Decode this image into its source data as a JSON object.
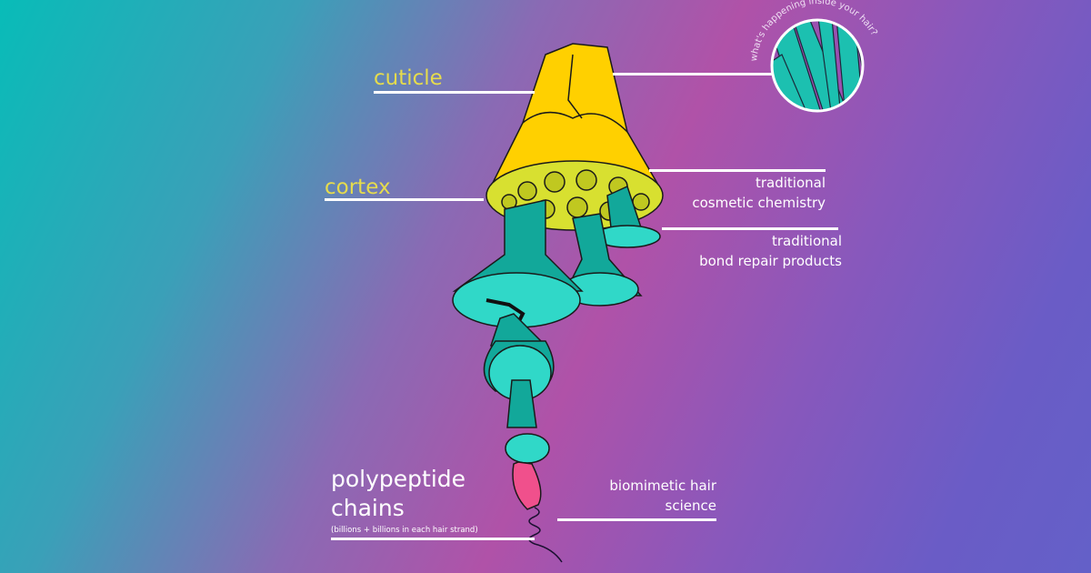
{
  "labels": {
    "cuticle": "cuticle",
    "cortex": "cortex",
    "traditional_cosmetic_line1": "traditional",
    "traditional_cosmetic_line2": "cosmetic chemistry",
    "bond_repair_line1": "traditional",
    "bond_repair_line2": "bond repair products",
    "biomimetic_line1": "biomimetic hair",
    "biomimetic_line2": "science",
    "polypeptide_line1": "polypeptide",
    "polypeptide_line2": "chains",
    "polypeptide_note": "(billions + billions in each hair strand)",
    "magnifier_caption": "what's happening inside your hair?"
  },
  "colors": {
    "cuticle": "#ffd000",
    "cortex": "#d8e030",
    "teal": "#12a89a",
    "light_teal": "#30d8c8",
    "pink": "#f0508c",
    "label_yellow": "#e6dc4c"
  }
}
